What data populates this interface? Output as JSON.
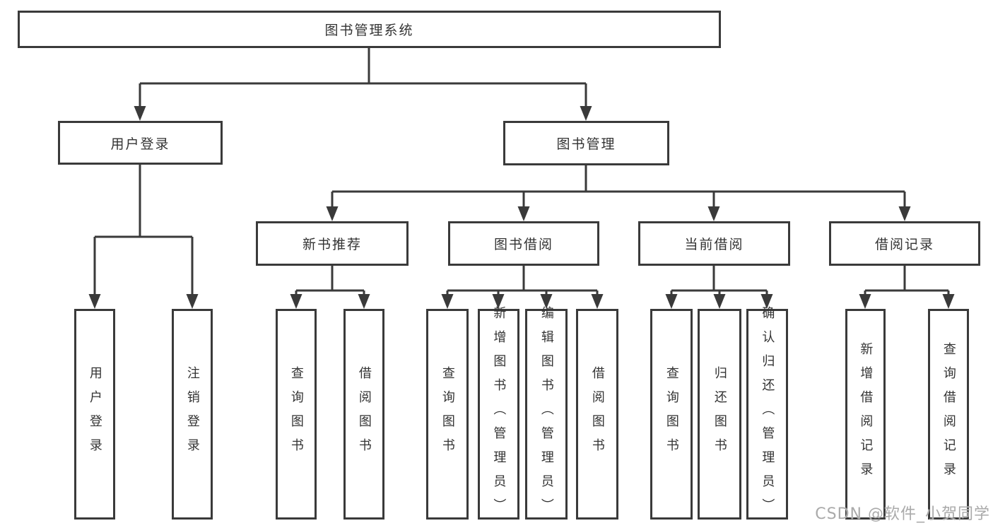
{
  "diagram": {
    "type": "hierarchy-flowchart",
    "root": {
      "label": "图书管理系统"
    },
    "level2": [
      {
        "label": "用户登录"
      },
      {
        "label": "图书管理"
      }
    ],
    "level3": [
      {
        "label": "新书推荐",
        "parent": "图书管理"
      },
      {
        "label": "图书借阅",
        "parent": "图书管理"
      },
      {
        "label": "当前借阅",
        "parent": "图书管理"
      },
      {
        "label": "借阅记录",
        "parent": "图书管理"
      }
    ],
    "leaves": [
      {
        "label": "用户登录",
        "parent": "用户登录"
      },
      {
        "label": "注销登录",
        "parent": "用户登录"
      },
      {
        "label": "查询图书",
        "parent": "新书推荐"
      },
      {
        "label": "借阅图书",
        "parent": "新书推荐"
      },
      {
        "label": "查询图书",
        "parent": "图书借阅"
      },
      {
        "label": "新增图书（管理员）",
        "parent": "图书借阅"
      },
      {
        "label": "编辑图书（管理员）",
        "parent": "图书借阅"
      },
      {
        "label": "借阅图书",
        "parent": "图书借阅"
      },
      {
        "label": "查询图书",
        "parent": "当前借阅"
      },
      {
        "label": "归还图书",
        "parent": "当前借阅"
      },
      {
        "label": "确认归还（管理员）",
        "parent": "当前借阅"
      },
      {
        "label": "新增借阅记录",
        "parent": "借阅记录"
      },
      {
        "label": "查询借阅记录",
        "parent": "借阅记录"
      }
    ]
  },
  "watermark": {
    "text": "CSDN @软件_小贺同学"
  },
  "colors": {
    "line": "#3a3a3a",
    "text": "#333333",
    "background": "#ffffff",
    "watermark": "#aaaaaa"
  }
}
